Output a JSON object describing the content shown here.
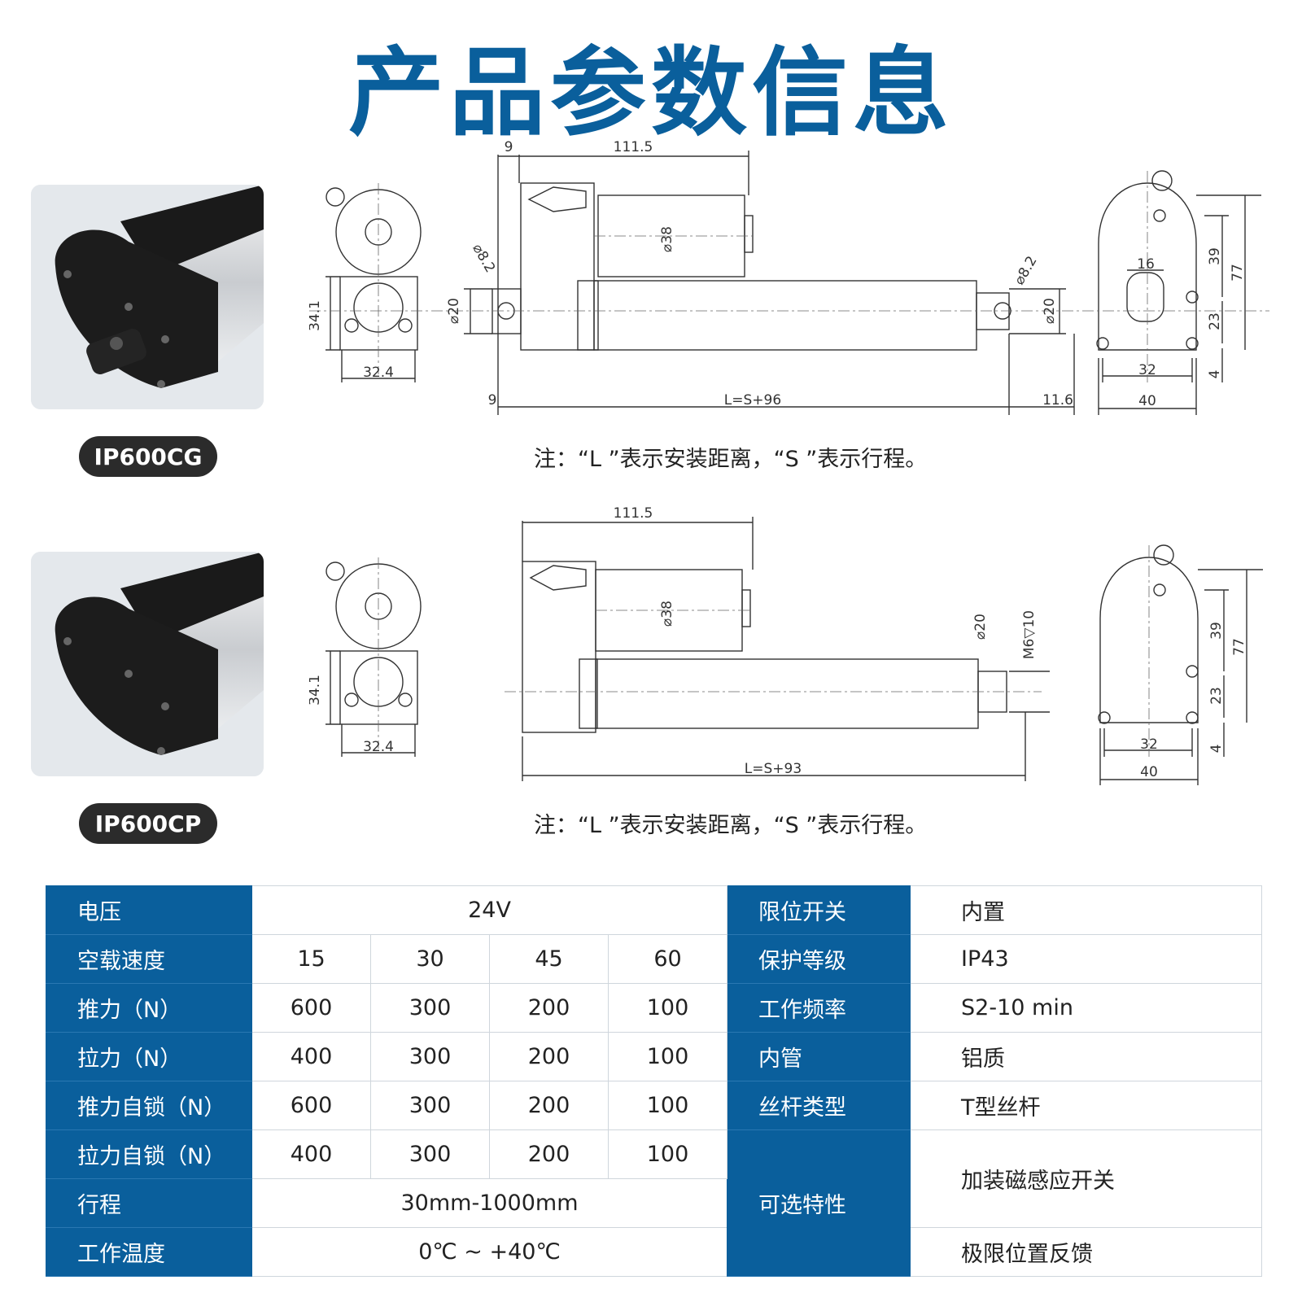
{
  "title": "产品参数信息",
  "models": [
    {
      "name": "IP600CG",
      "note": "注：“L ”表示安装距离，“S ”表示行程。",
      "dims": {
        "d1": "9",
        "d2": "111.5",
        "d3": "9",
        "d4": "11.6",
        "length": "L=S+96",
        "h1": "34.1",
        "w1": "32.4",
        "dia38": "⌀38",
        "dia82a": "⌀8.2",
        "dia82b": "⌀8.2",
        "dia20a": "⌀20",
        "dia20b": "⌀20",
        "s16": "16",
        "s39": "39",
        "s77": "77",
        "s23": "23",
        "s4": "4",
        "s32": "32",
        "s40": "40"
      }
    },
    {
      "name": "IP600CP",
      "note": "注：“L ”表示安装距离，“S ”表示行程。",
      "dims": {
        "d2": "111.5",
        "length": "L=S+93",
        "h1": "34.1",
        "w1": "32.4",
        "dia38": "⌀38",
        "dia20": "⌀20",
        "m6": "M6▽10",
        "s39": "39",
        "s77": "77",
        "s23": "23",
        "s4": "4",
        "s32": "32",
        "s40": "40"
      }
    }
  ],
  "spec_table": {
    "voltage": {
      "label": "电压",
      "value": "24V"
    },
    "speed": {
      "label": "空载速度",
      "values": [
        "15",
        "30",
        "45",
        "60"
      ]
    },
    "push": {
      "label": "推力（N）",
      "values": [
        "600",
        "300",
        "200",
        "100"
      ]
    },
    "pull": {
      "label": "拉力（N）",
      "values": [
        "400",
        "300",
        "200",
        "100"
      ]
    },
    "push_lock": {
      "label": "推力自锁（N）",
      "values": [
        "600",
        "300",
        "200",
        "100"
      ]
    },
    "pull_lock": {
      "label": "拉力自锁（N）",
      "values": [
        "400",
        "300",
        "200",
        "100"
      ]
    },
    "stroke": {
      "label": "行程",
      "value": "30mm-1000mm"
    },
    "temp": {
      "label": "工作温度",
      "value": "0℃ ~ +40℃"
    },
    "right": [
      {
        "label": "限位开关",
        "value": "内置"
      },
      {
        "label": "保护等级",
        "value": "IP43"
      },
      {
        "label": "工作频率",
        "value": "S2-10 min"
      },
      {
        "label": "内管",
        "value": "铝质"
      },
      {
        "label": "丝杆类型",
        "value": "T型丝杆"
      }
    ],
    "optional": {
      "label": "可选特性",
      "values": [
        "加装磁感应开关",
        "极限位置反馈"
      ]
    }
  },
  "colors": {
    "brand_blue": "#0a5f9c",
    "pill_bg": "#2b2b2b",
    "photo_bg": "#e4e8ec"
  }
}
